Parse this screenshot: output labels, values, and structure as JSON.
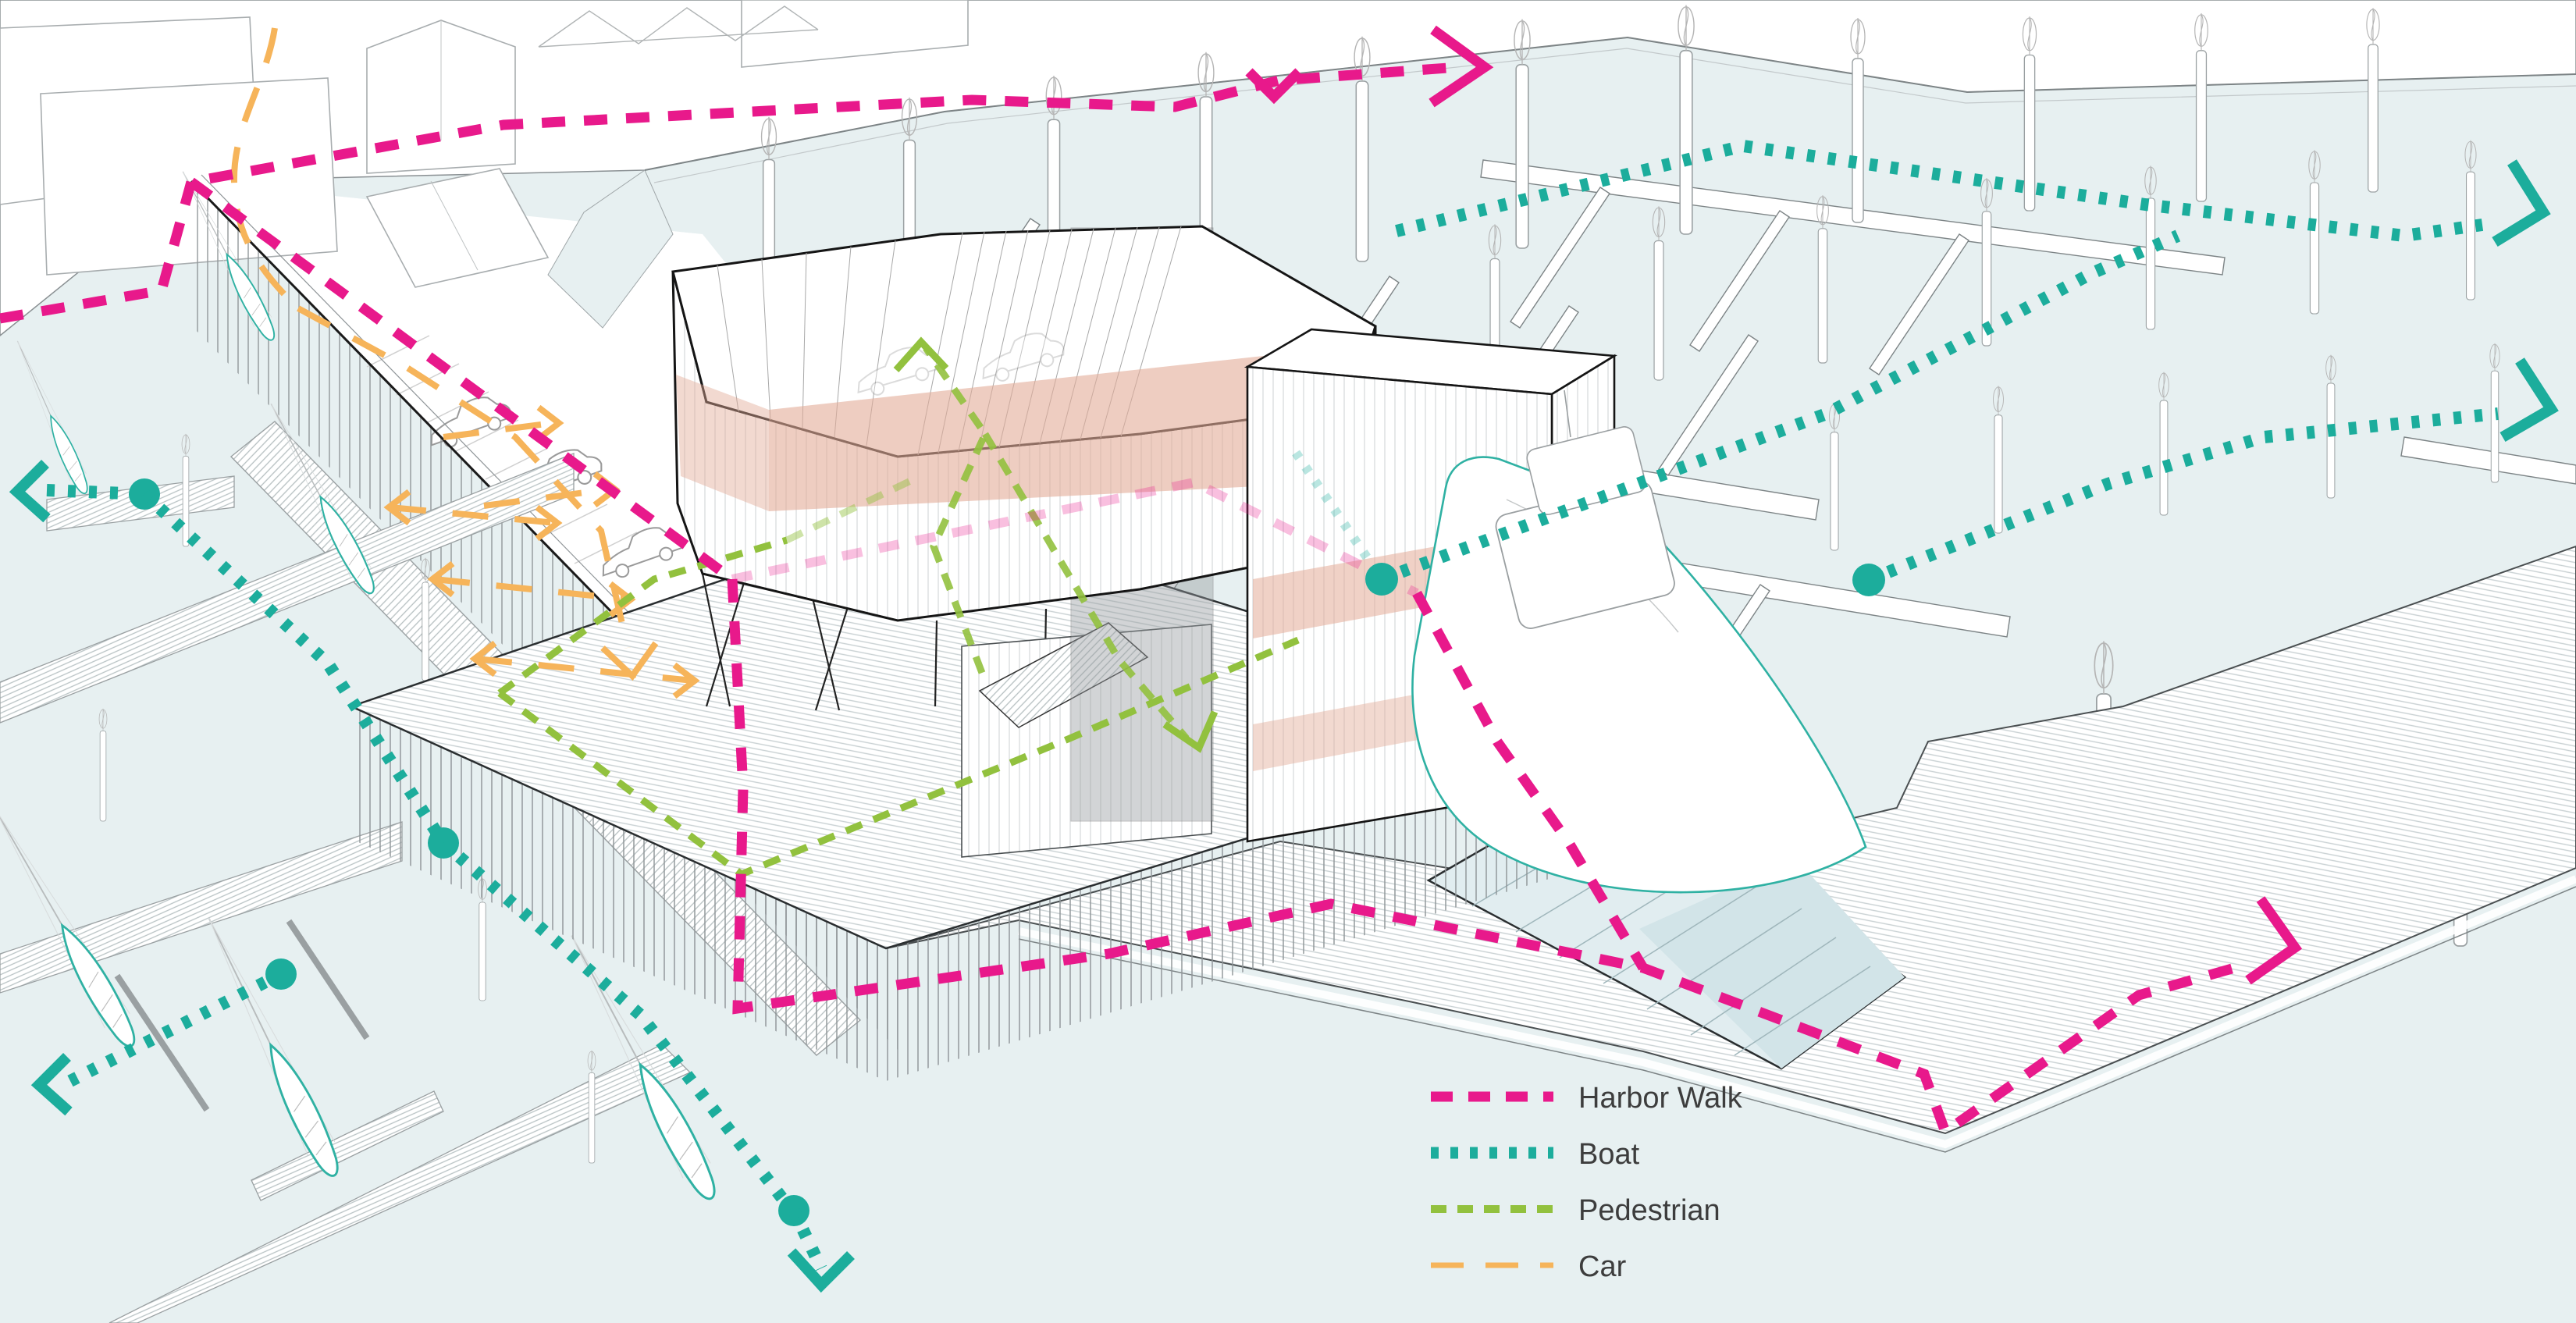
{
  "diagram": {
    "legend": {
      "items": [
        {
          "id": "harbor_walk",
          "label": "Harbor Walk",
          "line_style": "dashed",
          "color": "#E8198B"
        },
        {
          "id": "boat",
          "label": "Boat",
          "line_style": "dotted",
          "color": "#1CAD9C"
        },
        {
          "id": "pedestrian",
          "label": "Pedestrian",
          "line_style": "short-dashed",
          "color": "#92C13E"
        },
        {
          "id": "car",
          "label": "Car",
          "line_style": "long-dashed",
          "color": "#F6B45A"
        }
      ]
    },
    "colors": {
      "harbor_walk": "#E8198B",
      "boat": "#1CAD9C",
      "pedestrian": "#92C13E",
      "car": "#F6B45A",
      "water": "#E7F0F1",
      "land": "#FFFFFF",
      "floor_plate": "#E3AB97",
      "line_dark": "#1A1A1A",
      "line_light": "#9AA0A2",
      "text": "#3D3D3D"
    },
    "scene": {
      "elements": [
        "quay with parking lot and cars",
        "central building on piled deck",
        "marina dock grid with mooring poles and wind turbines",
        "motor yacht berth",
        "sailboat docks",
        "stepped water plaza",
        "circulation routes with arrows and buoy dots"
      ]
    }
  }
}
